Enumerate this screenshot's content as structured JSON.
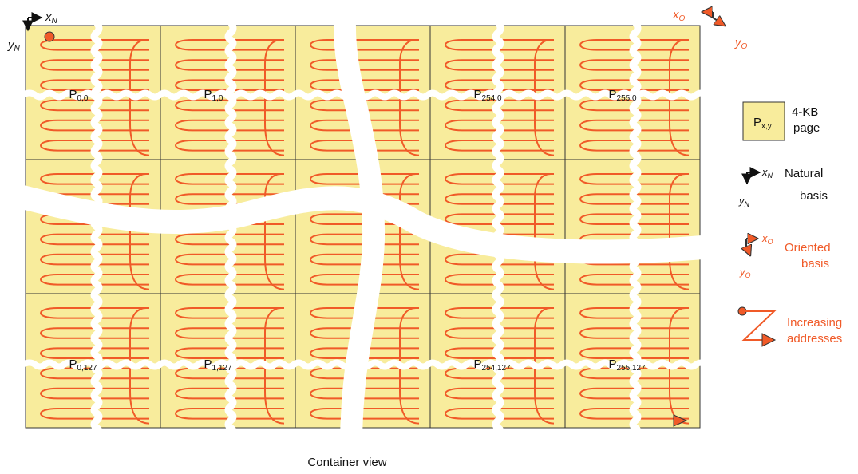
{
  "colors": {
    "page_fill": "#f8ec9c",
    "grid_line": "#333333",
    "address_curve": "#f05a28",
    "tear_gap": "#ffffff",
    "text": "#111111"
  },
  "axes": {
    "natural": {
      "x_label": "x",
      "x_sub": "N",
      "y_label": "y",
      "y_sub": "N"
    },
    "oriented": {
      "x_label": "x",
      "x_sub": "O",
      "y_label": "y",
      "y_sub": "O"
    }
  },
  "grid": {
    "rows": 3,
    "cols": 5,
    "labels": [
      {
        "row": 0,
        "col": 0,
        "main": "P",
        "sub": "0,0"
      },
      {
        "row": 0,
        "col": 1,
        "main": "P",
        "sub": "1,0"
      },
      {
        "row": 0,
        "col": 3,
        "main": "P",
        "sub": "254,0"
      },
      {
        "row": 0,
        "col": 4,
        "main": "P",
        "sub": "255,0"
      },
      {
        "row": 2,
        "col": 0,
        "main": "P",
        "sub": "0,127"
      },
      {
        "row": 2,
        "col": 1,
        "main": "P",
        "sub": "1,127"
      },
      {
        "row": 2,
        "col": 3,
        "main": "P",
        "sub": "254,127"
      },
      {
        "row": 2,
        "col": 4,
        "main": "P",
        "sub": "255,127"
      }
    ]
  },
  "legend": {
    "page_box": {
      "main": "P",
      "sub": "x,y"
    },
    "page_desc": [
      "4-KB",
      "page"
    ],
    "natural_desc": [
      "Natural",
      "basis"
    ],
    "oriented_desc": [
      "Oriented",
      "basis"
    ],
    "increasing_desc": [
      "Increasing",
      "addresses"
    ]
  },
  "caption": "Container view"
}
